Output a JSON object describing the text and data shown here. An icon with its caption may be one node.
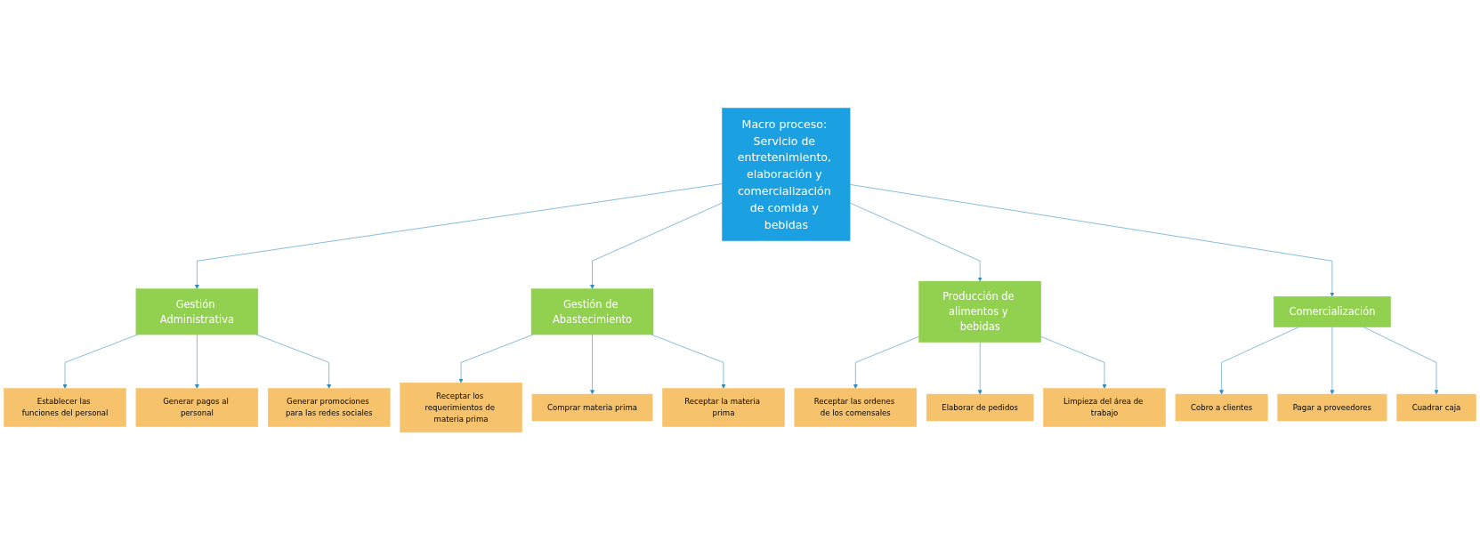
{
  "diagram": {
    "nodes": [
      {
        "text": [
          "Macro proceso: Servicio de entretenimiento, elaboración y comercialización de comida y bebidas"
        ]
      },
      {
        "text": [
          "Gestión Administrativa"
        ]
      },
      {
        "text": [
          "Gestión de Abastecimiento"
        ]
      },
      {
        "text": [
          "Producción de alimentos y bebidas"
        ]
      },
      {
        "text": [
          "Comercialización"
        ]
      },
      {
        "text": [
          "Establecer las funciones del personal"
        ]
      },
      {
        "text": [
          "Generar pagos al personal"
        ]
      },
      {
        "text": [
          "Generar promociones para las redes sociales"
        ]
      },
      {
        "text": [
          "Receptar los requerimientos de materia prima"
        ]
      },
      {
        "text": [
          "Comprar materia prima"
        ]
      },
      {
        "text": [
          "Receptar la materia prima"
        ]
      },
      {
        "text": [
          "Receptar las ordenes de los comensales"
        ]
      },
      {
        "text": [
          "Elaborar de pedidos"
        ]
      },
      {
        "text": [
          "Limpieza del área de trabajo"
        ]
      },
      {
        "text": [
          "Cobro a clientes"
        ]
      },
      {
        "text": [
          "Pagar a proveedores"
        ]
      },
      {
        "text": [
          "Cuadrar caja"
        ]
      }
    ],
    "edges": [
      {
        "from": 0,
        "to": 1,
        "arrow": "to"
      },
      {
        "from": 0,
        "to": 2,
        "arrow": "to"
      },
      {
        "from": 0,
        "to": 3,
        "arrow": "to"
      },
      {
        "from": 0,
        "to": 4,
        "arrow": "to"
      },
      {
        "from": 1,
        "to": 5,
        "arrow": "to"
      },
      {
        "from": 1,
        "to": 6,
        "arrow": "to"
      },
      {
        "from": 1,
        "to": 7,
        "arrow": "to"
      },
      {
        "from": 2,
        "to": 8,
        "arrow": "to"
      },
      {
        "from": 2,
        "to": 9,
        "arrow": "to"
      },
      {
        "from": 2,
        "to": 10,
        "arrow": "to"
      },
      {
        "from": 3,
        "to": 11,
        "arrow": "to"
      },
      {
        "from": 3,
        "to": 12,
        "arrow": "to"
      },
      {
        "from": 3,
        "to": 13,
        "arrow": "to"
      },
      {
        "from": 4,
        "to": 14,
        "arrow": "to"
      },
      {
        "from": 4,
        "to": 15,
        "arrow": "to"
      },
      {
        "from": 4,
        "to": 16,
        "arrow": "to"
      }
    ]
  }
}
